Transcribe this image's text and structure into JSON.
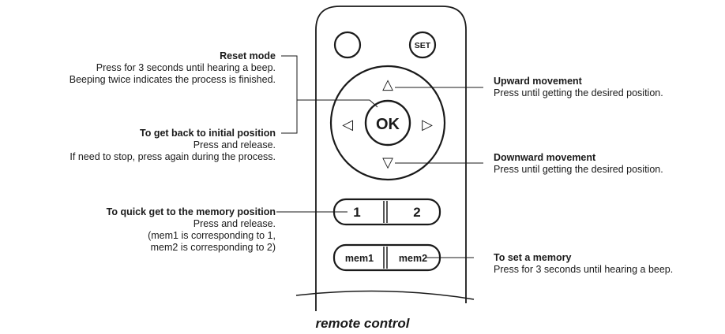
{
  "remote": {
    "set_label": "SET",
    "ok_label": "OK",
    "button_1_label": "1",
    "button_2_label": "2",
    "mem1_label": "mem1",
    "mem2_label": "mem2",
    "up_arrow": "△",
    "down_arrow": "▽",
    "left_arrow": "◁",
    "right_arrow": "▷"
  },
  "annotations": {
    "reset_mode": {
      "title": "Reset mode",
      "line1": "Press for 3 seconds until hearing a beep.",
      "line2": "Beeping twice indicates the process is finished."
    },
    "initial_position": {
      "title": "To get back to initial position",
      "line1": "Press and release.",
      "line2": "If need to stop, press again during the process."
    },
    "upward": {
      "title": "Upward movement",
      "line1": "Press until getting the desired position."
    },
    "downward": {
      "title": "Downward movement",
      "line1": "Press until getting the desired position."
    },
    "memory_position": {
      "title": "To quick get to the memory position",
      "line1": "Press and release.",
      "line2": "(mem1 is corresponding to 1,",
      "line3": "mem2 is corresponding to 2)"
    },
    "set_memory": {
      "title": "To set a memory",
      "line1": "Press for 3 seconds until hearing a beep."
    }
  },
  "caption": "remote control"
}
